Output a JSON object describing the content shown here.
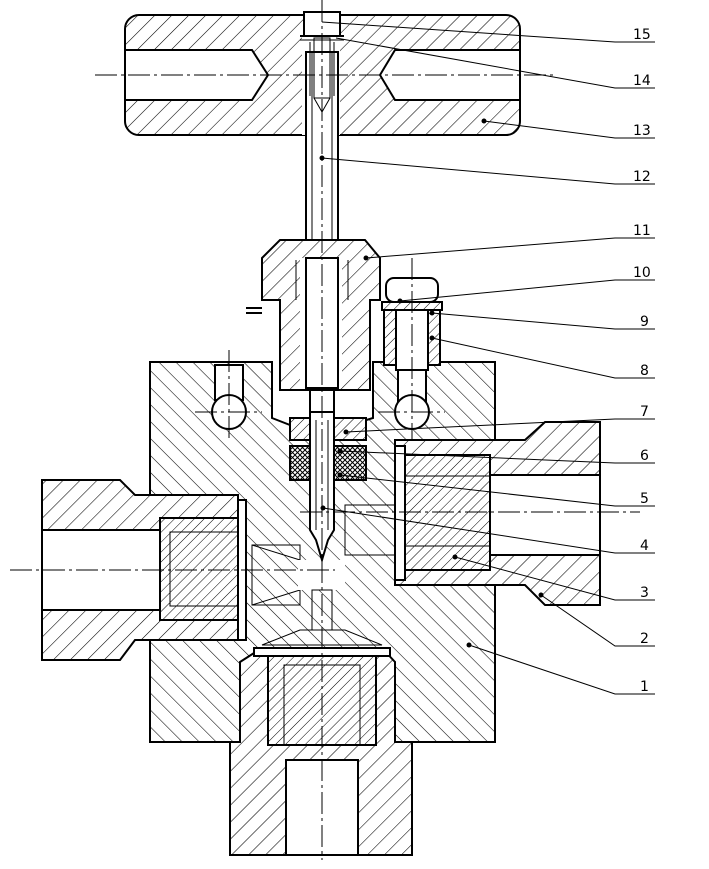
{
  "drawing": {
    "labels": [
      {
        "n": "15"
      },
      {
        "n": "14"
      },
      {
        "n": "13"
      },
      {
        "n": "12"
      },
      {
        "n": "11"
      },
      {
        "n": "10"
      },
      {
        "n": "9"
      },
      {
        "n": "8"
      },
      {
        "n": "7"
      },
      {
        "n": "6"
      },
      {
        "n": "5"
      },
      {
        "n": "4"
      },
      {
        "n": "3"
      },
      {
        "n": "2"
      },
      {
        "n": "1"
      }
    ]
  }
}
